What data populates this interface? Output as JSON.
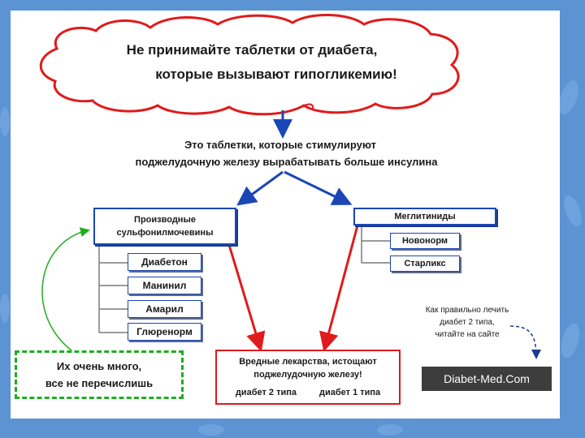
{
  "cloud": {
    "line1": "Не принимайте таблетки от диабета,",
    "line2": "которые вызывают гипогликемию!"
  },
  "subtitle": {
    "line1": "Это таблетки, которые стимулируют",
    "line2": "поджелудочную железу вырабатывать больше инсулина"
  },
  "sulfonyl": {
    "line1": "Производные",
    "line2": "сульфонилмочевины",
    "items": [
      "Диабетон",
      "Манинил",
      "Амарил",
      "Глюренорм"
    ]
  },
  "meglitinides": {
    "title": "Меглитиниды",
    "items": [
      "Новонорм",
      "Старликс"
    ]
  },
  "green_note": {
    "line1": "Их очень много,",
    "line2": "все не перечислишь"
  },
  "red_note": {
    "line1": "Вредные лекарства, истощают",
    "line2": "поджелудочную железу!",
    "from": "диабет 2 типа",
    "to": "диабет 1 типа"
  },
  "side_note": {
    "line1": "Как правильно лечить",
    "line2": "диабет 2 типа,",
    "line3": "читайте на сайте"
  },
  "logo": "Diabet-Med.Com",
  "colors": {
    "background": "#5b93d3",
    "blue": "#1b46b5",
    "red": "#e01b1b",
    "green": "#1fae1f"
  }
}
